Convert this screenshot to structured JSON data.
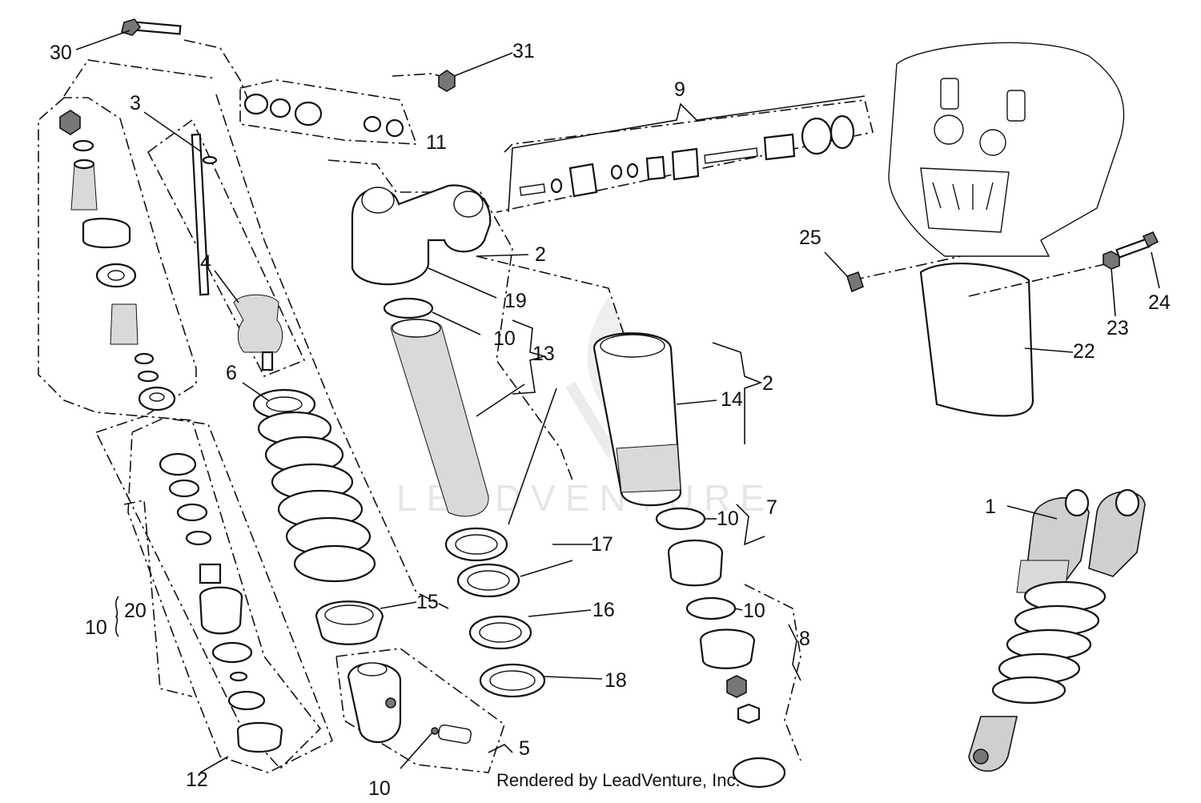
{
  "watermark": {
    "text": "LEADVENTURE"
  },
  "footer": {
    "text": "Rendered by LeadVenture, Inc."
  },
  "callouts": {
    "c30": "30",
    "c31": "31",
    "c3": "3",
    "c9": "9",
    "c11": "11",
    "c4": "4",
    "c6": "6",
    "c2a": "2",
    "c19": "19",
    "c10a": "10",
    "c13": "13",
    "c14": "14",
    "c2b": "2",
    "c25": "25",
    "c24": "24",
    "c23": "23",
    "c22": "22",
    "c7": "7",
    "c10b": "10",
    "c17": "17",
    "c1": "1",
    "c20": "20",
    "c10c": "10",
    "c15": "15",
    "c16": "16",
    "c10d": "10",
    "c8": "8",
    "c18": "18",
    "c5": "5",
    "c12": "12",
    "c10e": "10"
  }
}
